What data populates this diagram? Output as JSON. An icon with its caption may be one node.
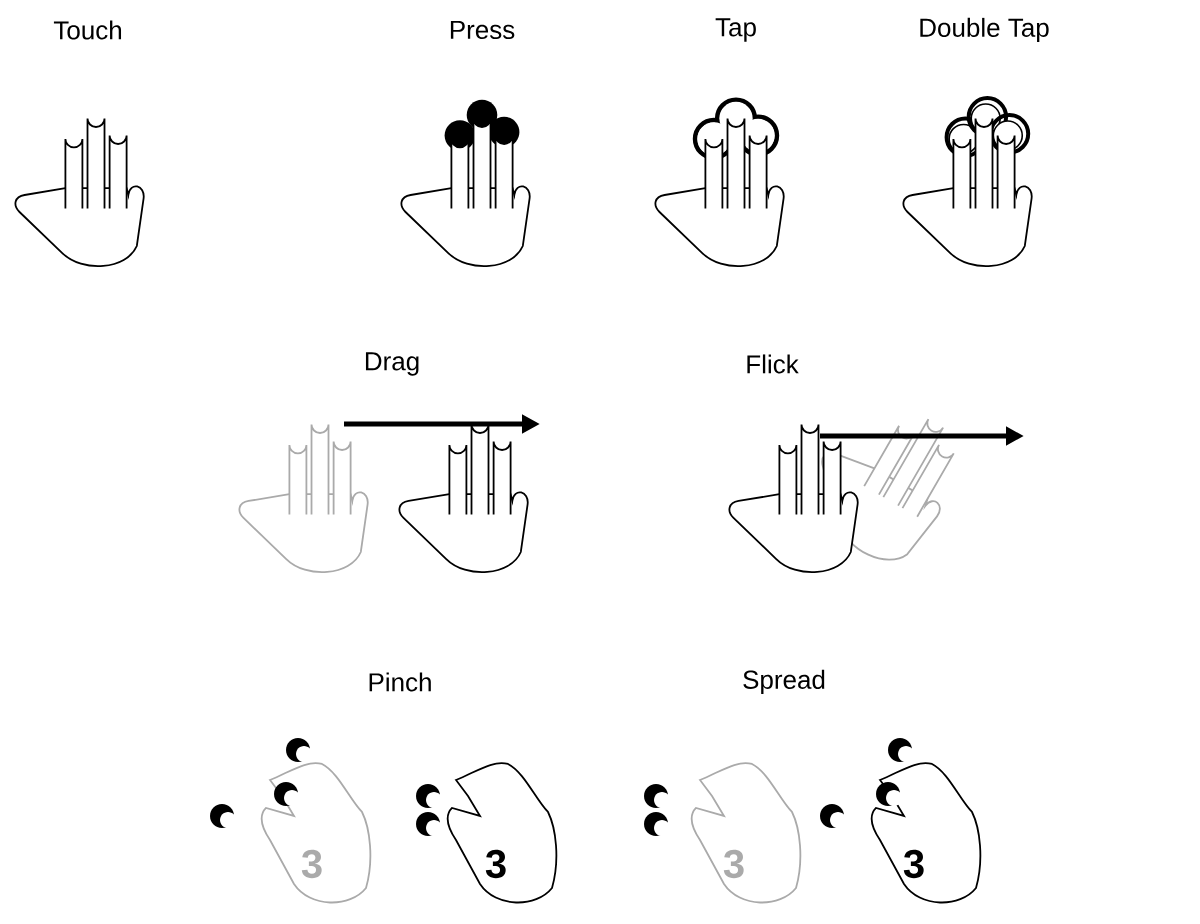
{
  "diagram": {
    "labels": [
      "Touch",
      "Press",
      "Tap",
      "Double Tap",
      "Drag",
      "Flick",
      "Pinch",
      "Spread",
      "3",
      "3",
      "3",
      "3"
    ]
  }
}
